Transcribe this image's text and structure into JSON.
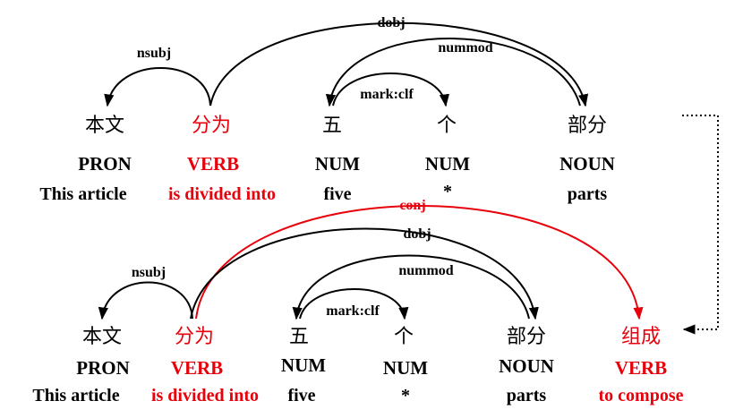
{
  "colors": {
    "default": "#000000",
    "highlight": "#e8000b"
  },
  "top": {
    "tokens": [
      {
        "word": "本文",
        "pos": "PRON",
        "gloss": "This article",
        "highlight": false
      },
      {
        "word": "分为",
        "pos": "VERB",
        "gloss": "is divided into",
        "highlight": true
      },
      {
        "word": "五",
        "pos": "NUM",
        "gloss": "five",
        "highlight": false
      },
      {
        "word": "个",
        "pos": "NUM",
        "gloss": "*",
        "highlight": false
      },
      {
        "word": "部分",
        "pos": "NOUN",
        "gloss": "parts",
        "highlight": false
      }
    ],
    "arcs": [
      {
        "label": "nsubj",
        "from": 1,
        "to": 0
      },
      {
        "label": "dobj",
        "from": 1,
        "to": 4
      },
      {
        "label": "nummod",
        "from": 4,
        "to": 2
      },
      {
        "label": "mark:clf",
        "from": 2,
        "to": 3
      }
    ]
  },
  "bottom": {
    "tokens": [
      {
        "word": "本文",
        "pos": "PRON",
        "gloss": "This article",
        "highlight": false
      },
      {
        "word": "分为",
        "pos": "VERB",
        "gloss": "is divided into",
        "highlight": true
      },
      {
        "word": "五",
        "pos": "NUM",
        "gloss": "five",
        "highlight": false
      },
      {
        "word": "个",
        "pos": "NUM",
        "gloss": "*",
        "highlight": false
      },
      {
        "word": "部分",
        "pos": "NOUN",
        "gloss": "parts",
        "highlight": false
      },
      {
        "word": "组成",
        "pos": "VERB",
        "gloss": "to compose",
        "highlight": true
      }
    ],
    "arcs": [
      {
        "label": "nsubj",
        "from": 1,
        "to": 0
      },
      {
        "label": "conj",
        "from": 1,
        "to": 5,
        "highlight": true
      },
      {
        "label": "dobj",
        "from": 1,
        "to": 4
      },
      {
        "label": "nummod",
        "from": 4,
        "to": 2
      },
      {
        "label": "mark:clf",
        "from": 2,
        "to": 3
      }
    ]
  }
}
